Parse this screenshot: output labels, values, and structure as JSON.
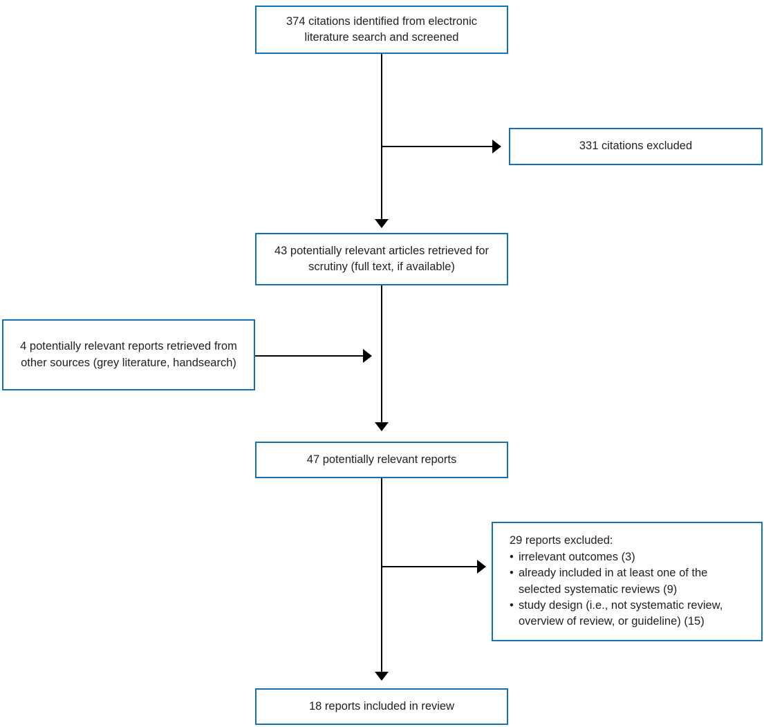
{
  "bullet_char": "•",
  "colors": {
    "box_border": "#1170B8",
    "box_fill": "#FFFFFF",
    "arrow": "#000000",
    "text": "#1F1F1F"
  },
  "boxes": {
    "screened": {
      "text": "374 citations identified from electronic literature search and screened"
    },
    "citations_excluded": {
      "text": "331 citations excluded"
    },
    "articles_retrieved": {
      "text": "43 potentially relevant articles retrieved for scrutiny (full text, if available)"
    },
    "other_sources": {
      "text": "4 potentially relevant reports retrieved from other sources (grey literature, handsearch)"
    },
    "relevant_reports": {
      "text": "47 potentially relevant reports"
    },
    "reports_excluded": {
      "title": "29 reports excluded:",
      "bullets": [
        "irrelevant outcomes (3)",
        "already included in at least one of the selected systematic reviews (9)",
        "study design (i.e., not systematic review, overview of review, or guideline) (15)"
      ]
    },
    "included": {
      "text": "18 reports included in review"
    }
  }
}
